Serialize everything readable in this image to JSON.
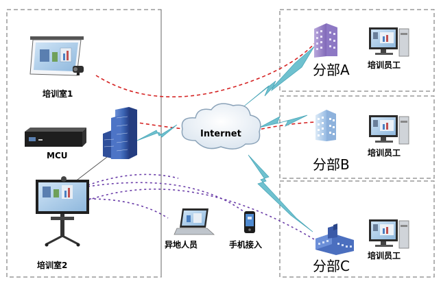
{
  "labels": {
    "room1": "培训室1",
    "room2": "培训室2",
    "mcu": "MCU",
    "internet": "Internet",
    "remote_staff": "异地人员",
    "mobile_access": "手机接入",
    "branch_a": "分部A",
    "branch_b": "分部B",
    "branch_c": "分部C",
    "trainee_a": "培训员工",
    "trainee_b": "培训员工",
    "trainee_c": "培训员工"
  },
  "colors": {
    "region_border": "#666666",
    "red_link": "#d42020",
    "purple_link": "#6a3da8",
    "lightning": "#6fc1cf",
    "cloud_fill": "#eef3f8",
    "building_blue": "#3b64b4"
  }
}
